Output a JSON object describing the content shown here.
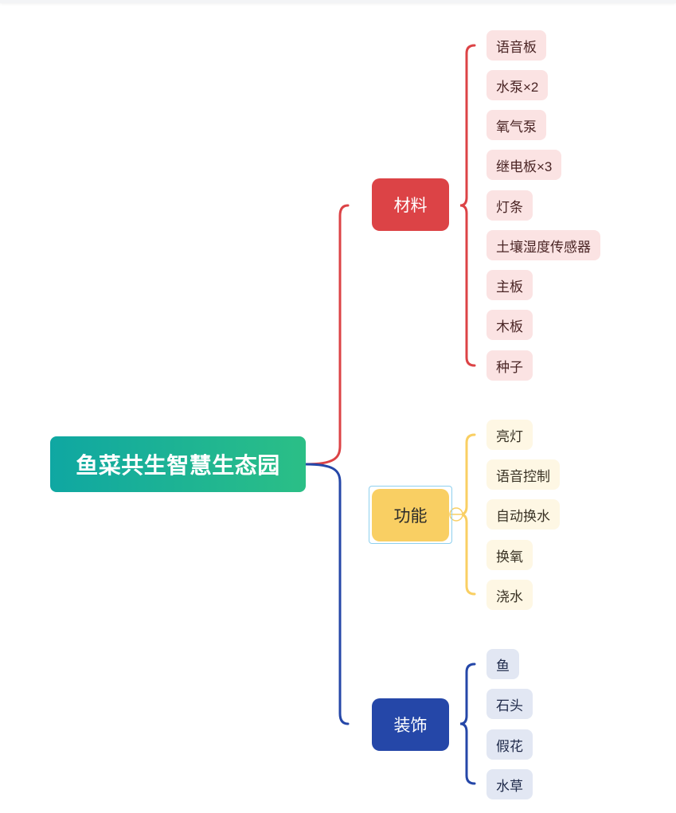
{
  "colors": {
    "root_start": "#0fa7a2",
    "root_end": "#2bbf86",
    "materials": "#dc4346",
    "functions": "#f9cf63",
    "decor": "#2547a8"
  },
  "root": {
    "label": "鱼菜共生智慧生态园"
  },
  "branches": [
    {
      "label": "材料",
      "color": "#dc4346",
      "children": [
        "语音板",
        "水泵×2",
        "氧气泵",
        "继电板×3",
        "灯条",
        "土壤湿度传感器",
        "主板",
        "木板",
        "种子"
      ]
    },
    {
      "label": "功能",
      "color": "#f9cf63",
      "children": [
        "亮灯",
        "语音控制",
        "自动换水",
        "换氧",
        "浇水"
      ]
    },
    {
      "label": "装饰",
      "color": "#2547a8",
      "children": [
        "鱼",
        "石头",
        "假花",
        "水草"
      ]
    }
  ]
}
